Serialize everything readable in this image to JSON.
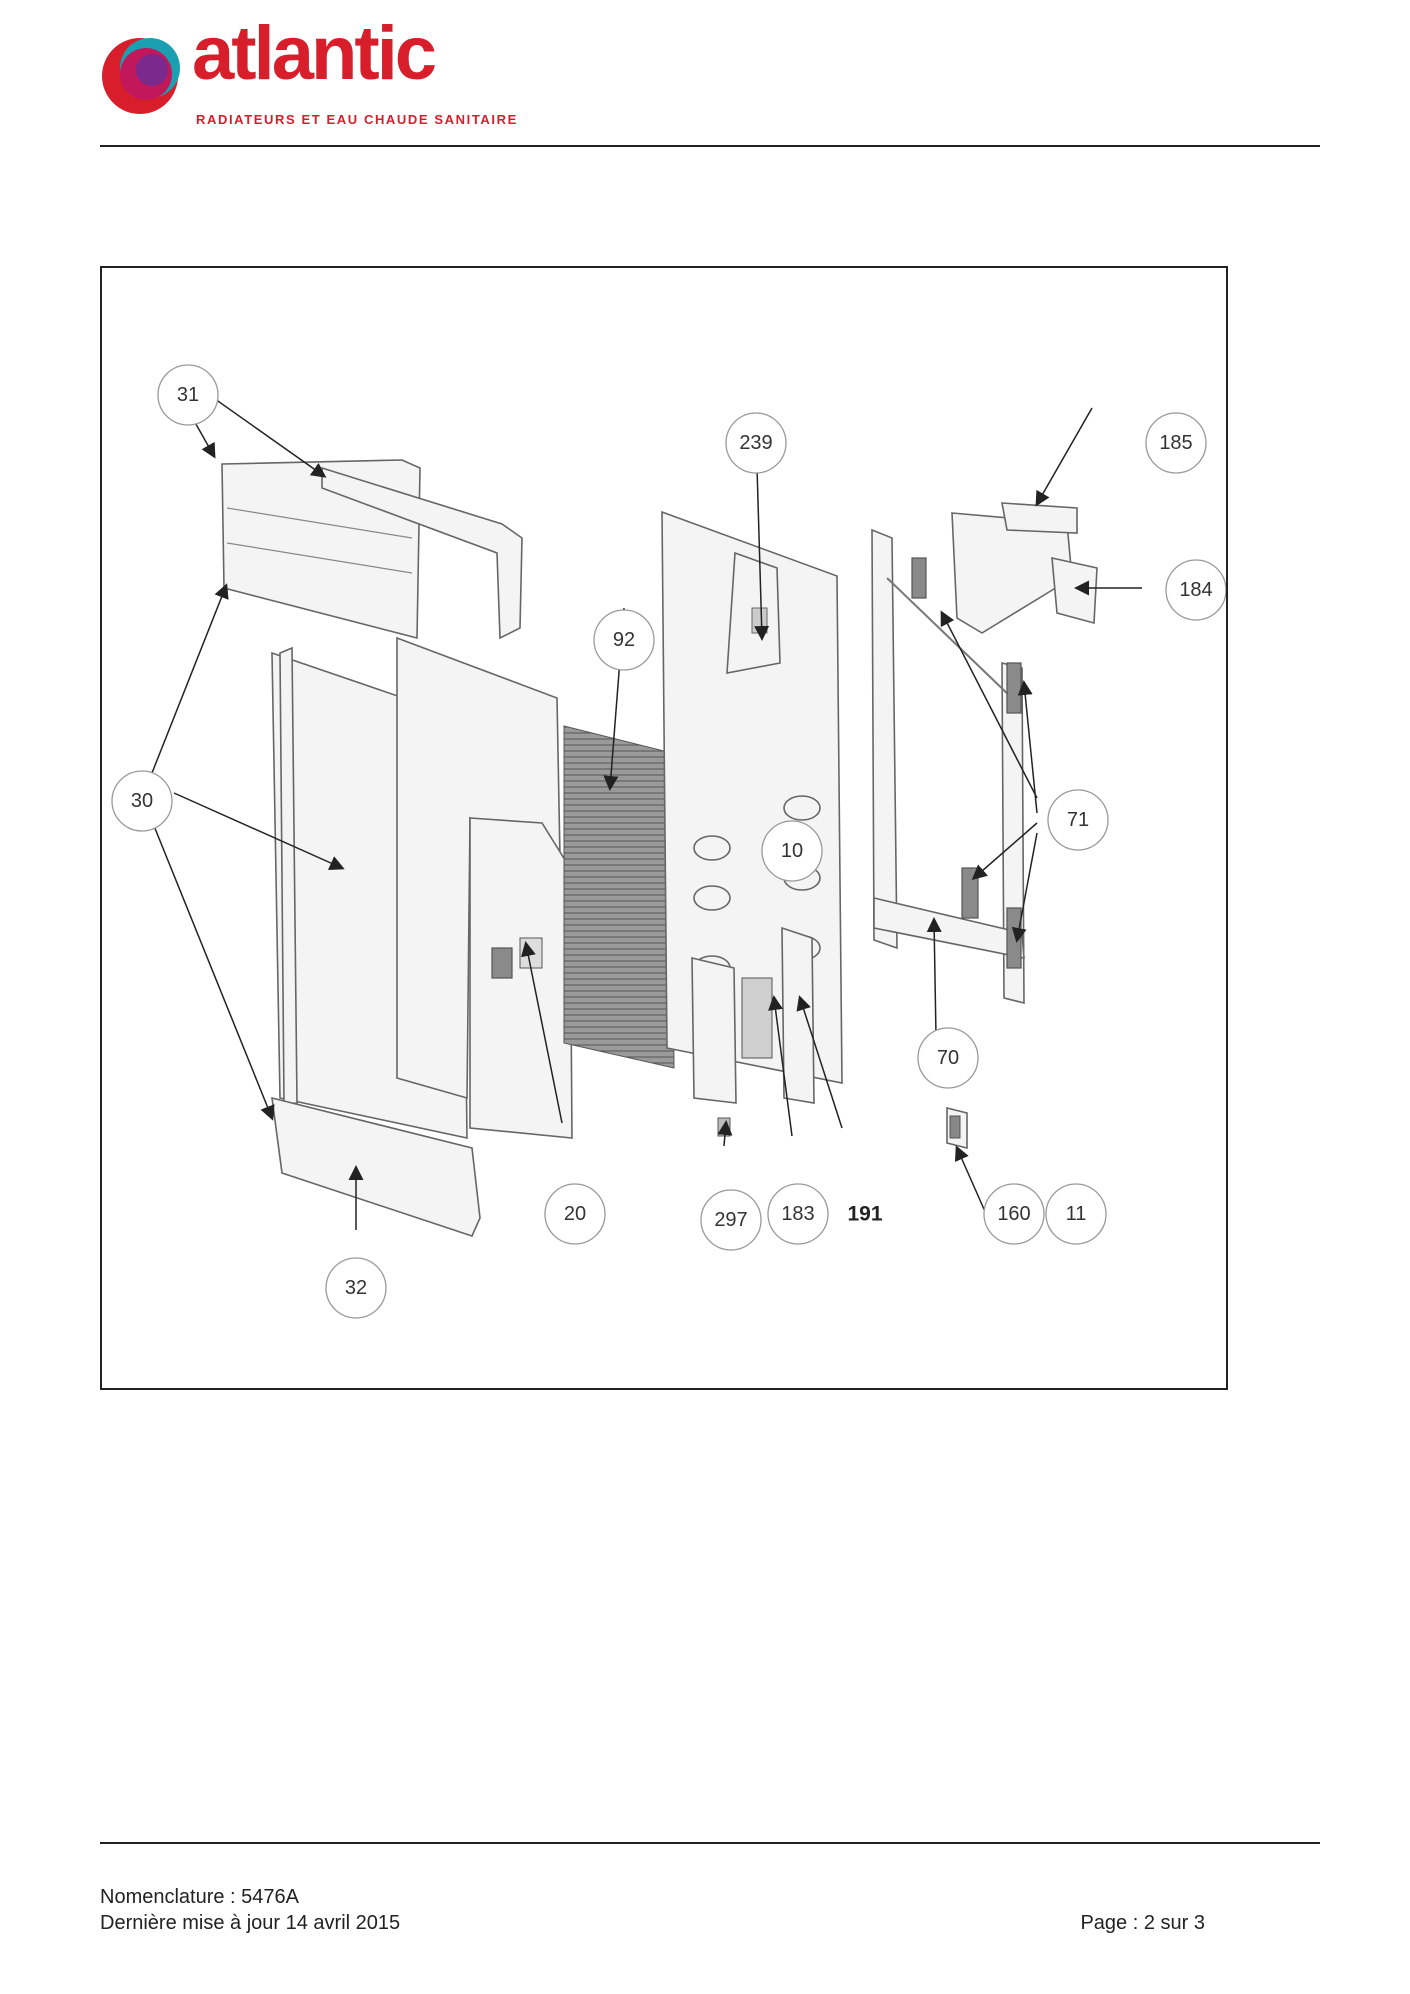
{
  "header": {
    "brand": "atlantic",
    "tagline": "RADIATEURS ET EAU CHAUDE SANITAIRE",
    "colors": {
      "brand_red": "#d81e2a",
      "logo_teal": "#1aa0b0",
      "logo_purple": "#7a2a8c",
      "logo_magenta": "#c2185b"
    }
  },
  "diagram": {
    "callouts": [
      "31",
      "239",
      "185",
      "184",
      "92",
      "30",
      "71",
      "10",
      "70",
      "20",
      "297",
      "183",
      "191",
      "160",
      "11",
      "32"
    ]
  },
  "footer": {
    "nomenclature": "Nomenclature : 5476A",
    "updated": "Dernière mise à jour 14 avril 2015",
    "page": "Page : 2 sur 3"
  }
}
